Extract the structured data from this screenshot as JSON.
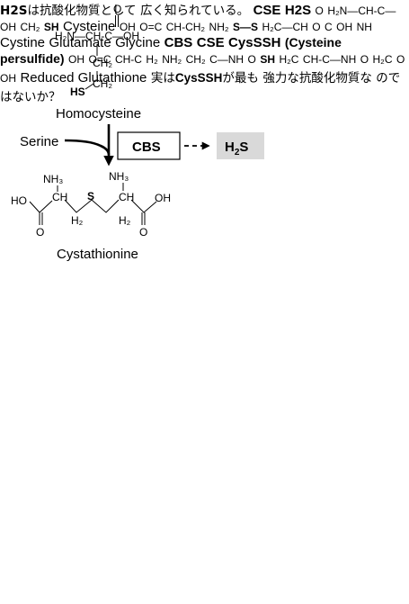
{
  "molecules": {
    "homocysteine": "Homocysteine",
    "cystathionine": "Cystathionine",
    "cysteine": "Cysteine",
    "cystine": "Cystine",
    "glutathione": "Reduced Glutathione"
  },
  "substrates": {
    "serine": "Serine",
    "glutamate": "Glutamate",
    "glycine": "Glycine"
  },
  "enzymes": {
    "cbs": "CBS",
    "cse": "CSE"
  },
  "products": {
    "h2s_main": "H",
    "h2s_sub": "2",
    "h2s_tail": "S"
  },
  "persulfide": {
    "line1": "CysSSH",
    "line2": "(Cysteine persulfide)"
  },
  "notes": {
    "antioxidant_pre": "H",
    "antioxidant_sub": "2",
    "antioxidant_s": "S",
    "antioxidant_text": "は抗酸化物質として広く知られている。",
    "question_pre": "実は",
    "question_bold": "CysSSH",
    "question_text": "が最も強力な抗酸化物質なのではないか？"
  },
  "atoms": {
    "h2n": "H₂N",
    "nh2": "NH₂",
    "nh3": "NH₃",
    "ch": "CH",
    "ch2": "CH₂",
    "h2c": "H₂C",
    "h2": "H₂",
    "c": "C",
    "o": "O",
    "oh": "OH",
    "ho": "HO",
    "hs": "HS",
    "sh": "SH",
    "s": "S",
    "nh": "NH",
    "ch_c": "CH-C",
    "c_ch2": "C",
    "ch_c_nh": "CH-C—NH",
    "c_nh": "C—NH",
    "h2n_ch_c_oh": "H₂N—CH-C—OH",
    "ch_ch2": "CH-CH₂",
    "h2c_ch": "H₂C—CH",
    "s_s": "S—S",
    "o_eq_c": "O=C"
  }
}
